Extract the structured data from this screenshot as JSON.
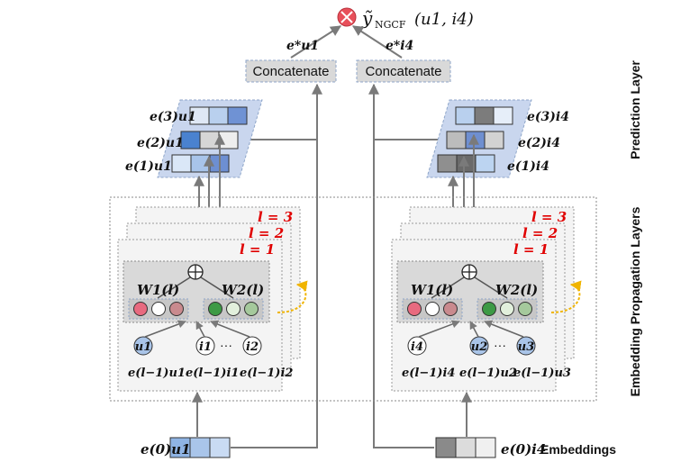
{
  "top": {
    "output": "ỹNGCF(u1, i4)",
    "output_main": "ỹ",
    "output_sub": "NGCF",
    "output_args": "(u1, i4)"
  },
  "prediction": {
    "concat_left": "Concatenate",
    "concat_right": "Concatenate",
    "e_u_star": "e*u1",
    "e_i_star": "e*i4"
  },
  "user_stack": {
    "labels": [
      "e(3)u1",
      "e(2)u1",
      "e(1)u1"
    ],
    "row_colors": [
      [
        "#dfe8f5",
        "#b9d0ee",
        "#6f92d4"
      ],
      [
        "#4a82cf",
        "#d6d6d6",
        "#eeeeee"
      ],
      [
        "#dae7f7",
        "#a8c4ea",
        "#6d8fd2"
      ]
    ]
  },
  "item_stack": {
    "labels": [
      "e(3)i4",
      "e(2)i4",
      "e(1)i4"
    ],
    "row_colors": [
      [
        "#b9d0ee",
        "#7c7c7c",
        "#e6eef9"
      ],
      [
        "#bcbcbc",
        "#6f8fd0",
        "#d2d2d2"
      ],
      [
        "#8f8f8f",
        "#6a6a6a",
        "#bcd4f1"
      ]
    ]
  },
  "layers": {
    "l3": "l = 3",
    "l2": "l = 2",
    "l1": "l = 1"
  },
  "left_block": {
    "w1": "W1(l)",
    "w2": "W2(l)",
    "nodes": [
      "u1",
      "i1",
      "i2"
    ],
    "dots": "···",
    "e_labels": [
      "e(l−1)u1",
      "e(l−1)i1",
      "e(l−1)i2"
    ],
    "circles_left": [
      "#e86a7f",
      "#ffffff",
      "#c98a8e"
    ],
    "circles_right": [
      "#3d9a45",
      "#e2f0dc",
      "#a5c99c"
    ],
    "node_colors": [
      "#a9c4e8",
      "#ffffff",
      "#ffffff"
    ]
  },
  "right_block": {
    "w1": "W1(l)",
    "w2": "W2(l)",
    "nodes": [
      "i4",
      "u2",
      "u3"
    ],
    "dots": "···",
    "e_labels": [
      "e(l−1)i4",
      "e(l−1)u2",
      "e(l−1)u3"
    ],
    "circles_left": [
      "#e86a7f",
      "#ffffff",
      "#c98a8e"
    ],
    "circles_right": [
      "#3d9a45",
      "#e2f0dc",
      "#a5c99c"
    ],
    "node_colors": [
      "#ffffff",
      "#a9c4e8",
      "#a9c4e8"
    ]
  },
  "embeddings": {
    "user_label": "e(0)u1",
    "item_label": "e(0)i4",
    "user_colors": [
      "#8fb4e4",
      "#a9c5ea",
      "#c9dbf3"
    ],
    "item_colors": [
      "#8a8a8a",
      "#dcdcdc",
      "#f0f0f0"
    ]
  },
  "side_labels": {
    "prediction": "Prediction Layer",
    "propagation": "Embedding Propagation Layers",
    "embeddings": "Embeddings"
  },
  "colors": {
    "otimes": "#e8505b",
    "arrow": "#7a7a7a",
    "dashed_orange": "#f0b400",
    "parallelogram": "#c9d6ee"
  }
}
